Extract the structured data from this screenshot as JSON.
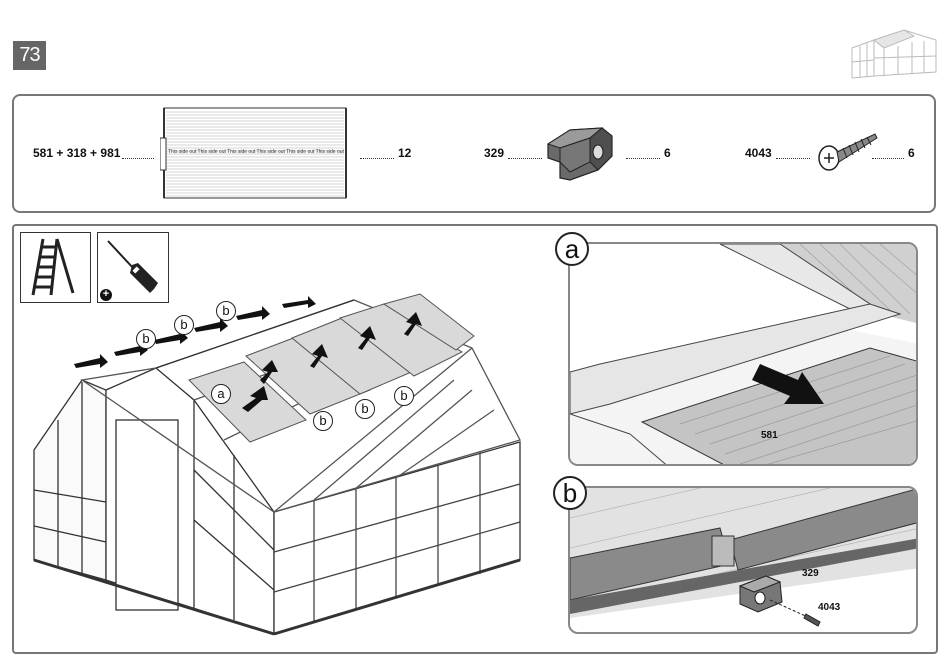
{
  "page": {
    "step_number": "73"
  },
  "parts": [
    {
      "code": "581 + 318 + 981",
      "qty": "12",
      "panel_text": "This side out"
    },
    {
      "code": "329",
      "qty": "6"
    },
    {
      "code": "4043",
      "qty": "6"
    }
  ],
  "tools": {
    "ladder": "ladder-icon",
    "screwdriver": "screwdriver-icon",
    "plus_symbol": "+"
  },
  "callouts": {
    "a": "a",
    "b": "b"
  },
  "detail_a": {
    "label": "a",
    "part_label": "581"
  },
  "detail_b": {
    "label": "b",
    "connector_label": "329",
    "screw_label": "4043"
  }
}
